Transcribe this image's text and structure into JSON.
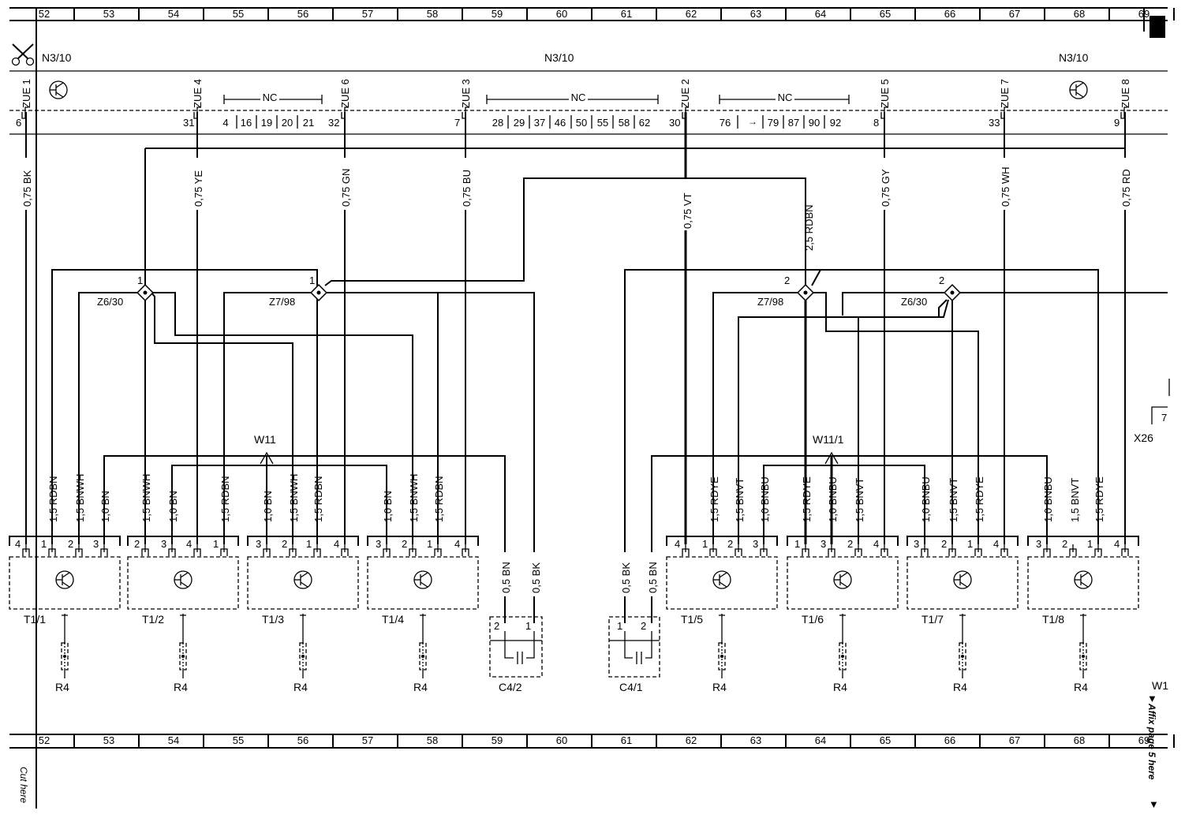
{
  "grid": {
    "top": [
      "52",
      "53",
      "54",
      "55",
      "56",
      "57",
      "58",
      "59",
      "60",
      "61",
      "62",
      "63",
      "64",
      "65",
      "66",
      "67",
      "68",
      "69"
    ],
    "bottom": [
      "52",
      "53",
      "54",
      "55",
      "56",
      "57",
      "58",
      "59",
      "60",
      "61",
      "62",
      "63",
      "64",
      "65",
      "66",
      "67",
      "68",
      "69"
    ]
  },
  "header": {
    "left_title": "N3/10",
    "center_title": "N3/10",
    "right_title": "N3/10",
    "nc_label": "NC",
    "cut_here": "Cut here",
    "affix": "Affix page 5 here",
    "affix_arrow_top": "▼",
    "affix_arrow_bottom": "▼"
  },
  "zue": [
    {
      "label": "ZUE 1",
      "pin": "6"
    },
    {
      "label": "ZUE 4",
      "pin": "31"
    },
    {
      "label": "ZUE 6",
      "pin": "32"
    },
    {
      "label": "ZUE 3",
      "pin": "7"
    },
    {
      "label": "ZUE 2",
      "pin": "30"
    },
    {
      "label": "ZUE 5",
      "pin": "8"
    },
    {
      "label": "ZUE 7",
      "pin": "33"
    },
    {
      "label": "ZUE 8",
      "pin": "9"
    }
  ],
  "nc_pins": {
    "group1": [
      "4",
      "16",
      "19",
      "20",
      "21"
    ],
    "group2": [
      "28",
      "29",
      "37",
      "46",
      "50",
      "55",
      "58",
      "62"
    ],
    "group3": [
      "76",
      "79",
      "87",
      "90",
      "92"
    ],
    "arrow": "→"
  },
  "wire_top": [
    "0,75 BK",
    "0,75 YE",
    "0,75 GN",
    "0,75 BU",
    "0,75 VT",
    "2,5 RDBN",
    "0,75 GY",
    "0,75 WH",
    "0,75 RD"
  ],
  "splices": {
    "z6_30_left": {
      "label": "Z6/30",
      "num": "1"
    },
    "z7_98_left": {
      "label": "Z7/98",
      "num": "1"
    },
    "z7_98_right": {
      "label": "Z7/98",
      "num": "2"
    },
    "z6_30_right": {
      "label": "Z6/30",
      "num": "2"
    }
  },
  "harness": {
    "left": "W11",
    "right": "W11/1",
    "x26": "X26",
    "x26_box": "7",
    "w1_partial": "W1"
  },
  "wires_left": [
    "1,5 RDBN",
    "1,5 BNWH",
    "1,0 BN",
    "1,5 BNWH",
    "1,0 BN",
    "1,5 RDBN",
    "1,0 BN",
    "1,5 BNWH",
    "1,5 RDBN",
    "1,0 BN",
    "1,5 BNWH",
    "1,5 RDBN"
  ],
  "wires_right": [
    "1,5 RDYE",
    "1,5 BNVT",
    "1,0 BNBU",
    "1,5 RDYE",
    "1,0 BNBU",
    "1,5 BNVT",
    "1,0 BNBU",
    "1,5 BNVT",
    "1,5 RDYE",
    "1,0 BNBU",
    "1,5 BNVT",
    "1,5 RDYE"
  ],
  "wires_cap": [
    "0,5 BN",
    "0,5 BK",
    "0,5 BK",
    "0,5 BN"
  ],
  "transistors": [
    {
      "name": "T1/1",
      "pins": [
        "4",
        "1",
        "2",
        "3"
      ]
    },
    {
      "name": "T1/2",
      "pins": [
        "2",
        "3",
        "4",
        "1"
      ]
    },
    {
      "name": "T1/3",
      "pins": [
        "3",
        "2",
        "1",
        "4"
      ]
    },
    {
      "name": "T1/4",
      "pins": [
        "3",
        "2",
        "1",
        "4"
      ]
    },
    {
      "name": "T1/5",
      "pins": [
        "4",
        "1",
        "2",
        "3"
      ]
    },
    {
      "name": "T1/6",
      "pins": [
        "1",
        "3",
        "2",
        "4"
      ]
    },
    {
      "name": "T1/7",
      "pins": [
        "3",
        "2",
        "1",
        "4"
      ]
    },
    {
      "name": "T1/8",
      "pins": [
        "3",
        "2",
        "1",
        "4"
      ]
    }
  ],
  "resistor_label": "R4",
  "capacitors": [
    {
      "name": "C4/2",
      "pins": [
        "2",
        "1"
      ]
    },
    {
      "name": "C4/1",
      "pins": [
        "1",
        "2"
      ]
    }
  ]
}
